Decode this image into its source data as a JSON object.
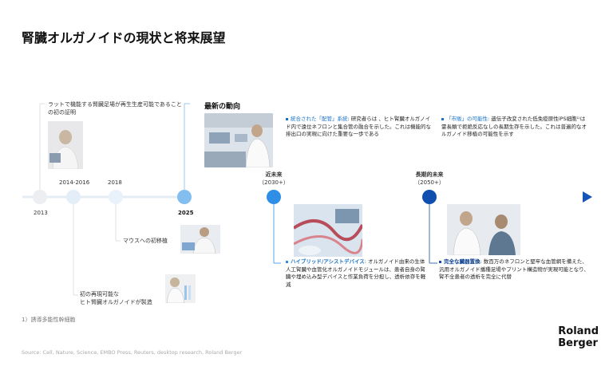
{
  "title": "腎臓オルガノイドの現状と将来展望",
  "milestones": {
    "m2013": {
      "year": "2013",
      "text": "ラットで機能する腎臓足場が再生生産可能であることの初の証明"
    },
    "m2014": {
      "year": "2014-2016",
      "text_line1": "初の再現可能な",
      "text_line2": "ヒト腎臓オルガノイドが製造"
    },
    "m2018": {
      "year": "2018",
      "text": "マウスへの初移植"
    },
    "m2025": {
      "year": "2025",
      "heading": "最新の動向"
    },
    "near": {
      "year_line1": "近未来",
      "year_line2": "（2030+）"
    },
    "long": {
      "year_line1": "長期的未来",
      "year_line2": "（2050+）"
    }
  },
  "trends": {
    "integration": {
      "label": "統合された「配管」系統",
      "text": ": 研究者らは 、ヒト腎臓オルガノイド内で遠位ネフロンと集合管の融合を示した。これは機能的な排出口の実現に向けた重要な一歩である"
    },
    "market": {
      "label": "「市販」の可能性",
      "text": ": 遺伝子改変された低免疫原性iPS細胞¹⁾は霊長類で拒絶反応なしの長期生存を示した。これは普遍的なオルガノイド移植の可能性を示す"
    }
  },
  "future": {
    "hybrid": {
      "label": "ハイブリッド/アシストデバイス",
      "text": ": オルガノイド由来の生体人工腎臓や血管化オルガノイドモジュールは、患者自身の腎臓や埋め込み型デバイスと作業負荷を分担し、透析依存を軽減"
    },
    "replacement": {
      "label": "完全な臓器置換",
      "text": ": 数百万のネフロンと堅牢な血管網を備えた、汎用オルガノイド播種足場やプリント構造物が実現可能となり、腎不全患者の透析を完全に代替"
    }
  },
  "footnote": "1）誘導多能性幹細胞",
  "source": "Source: Cell, Nature, Science, EMBO Press, Reuters, desktop research, Roland Berger",
  "logo": {
    "line1": "Roland",
    "line2": "Berger"
  },
  "colors": {
    "dot_past": "#e6e9ed",
    "dot_2014": "#e3eef9",
    "dot_2018": "#e8f1fa",
    "dot_2025": "#7fbcef",
    "dot_near": "#2f8ee6",
    "dot_long": "#0f4fb0",
    "accent": "#1a73c9",
    "dark": "#0d3f8f"
  }
}
